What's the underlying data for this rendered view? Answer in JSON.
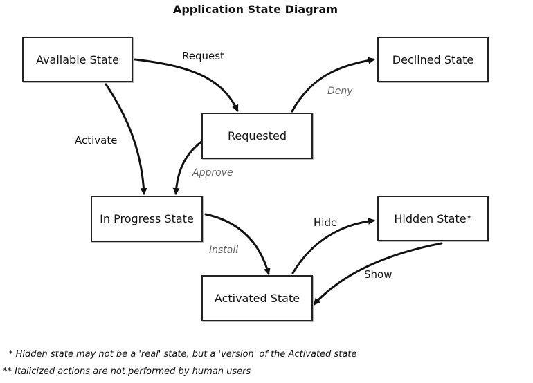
{
  "title": "Application State Diagram",
  "states": {
    "available": "Available State",
    "declined": "Declined State",
    "requested": "Requested",
    "in_progress": "In Progress State",
    "hidden": "Hidden State*",
    "activated": "Activated State"
  },
  "transitions": {
    "request": "Request",
    "deny": "Deny",
    "activate": "Activate",
    "approve": "Approve",
    "install": "Install",
    "hide": "Hide",
    "show": "Show"
  },
  "notes": [
    "* Hidden state may not be a 'real' state, but a 'version' of the Activated state",
    "** Italicized actions are not performed by human users"
  ]
}
